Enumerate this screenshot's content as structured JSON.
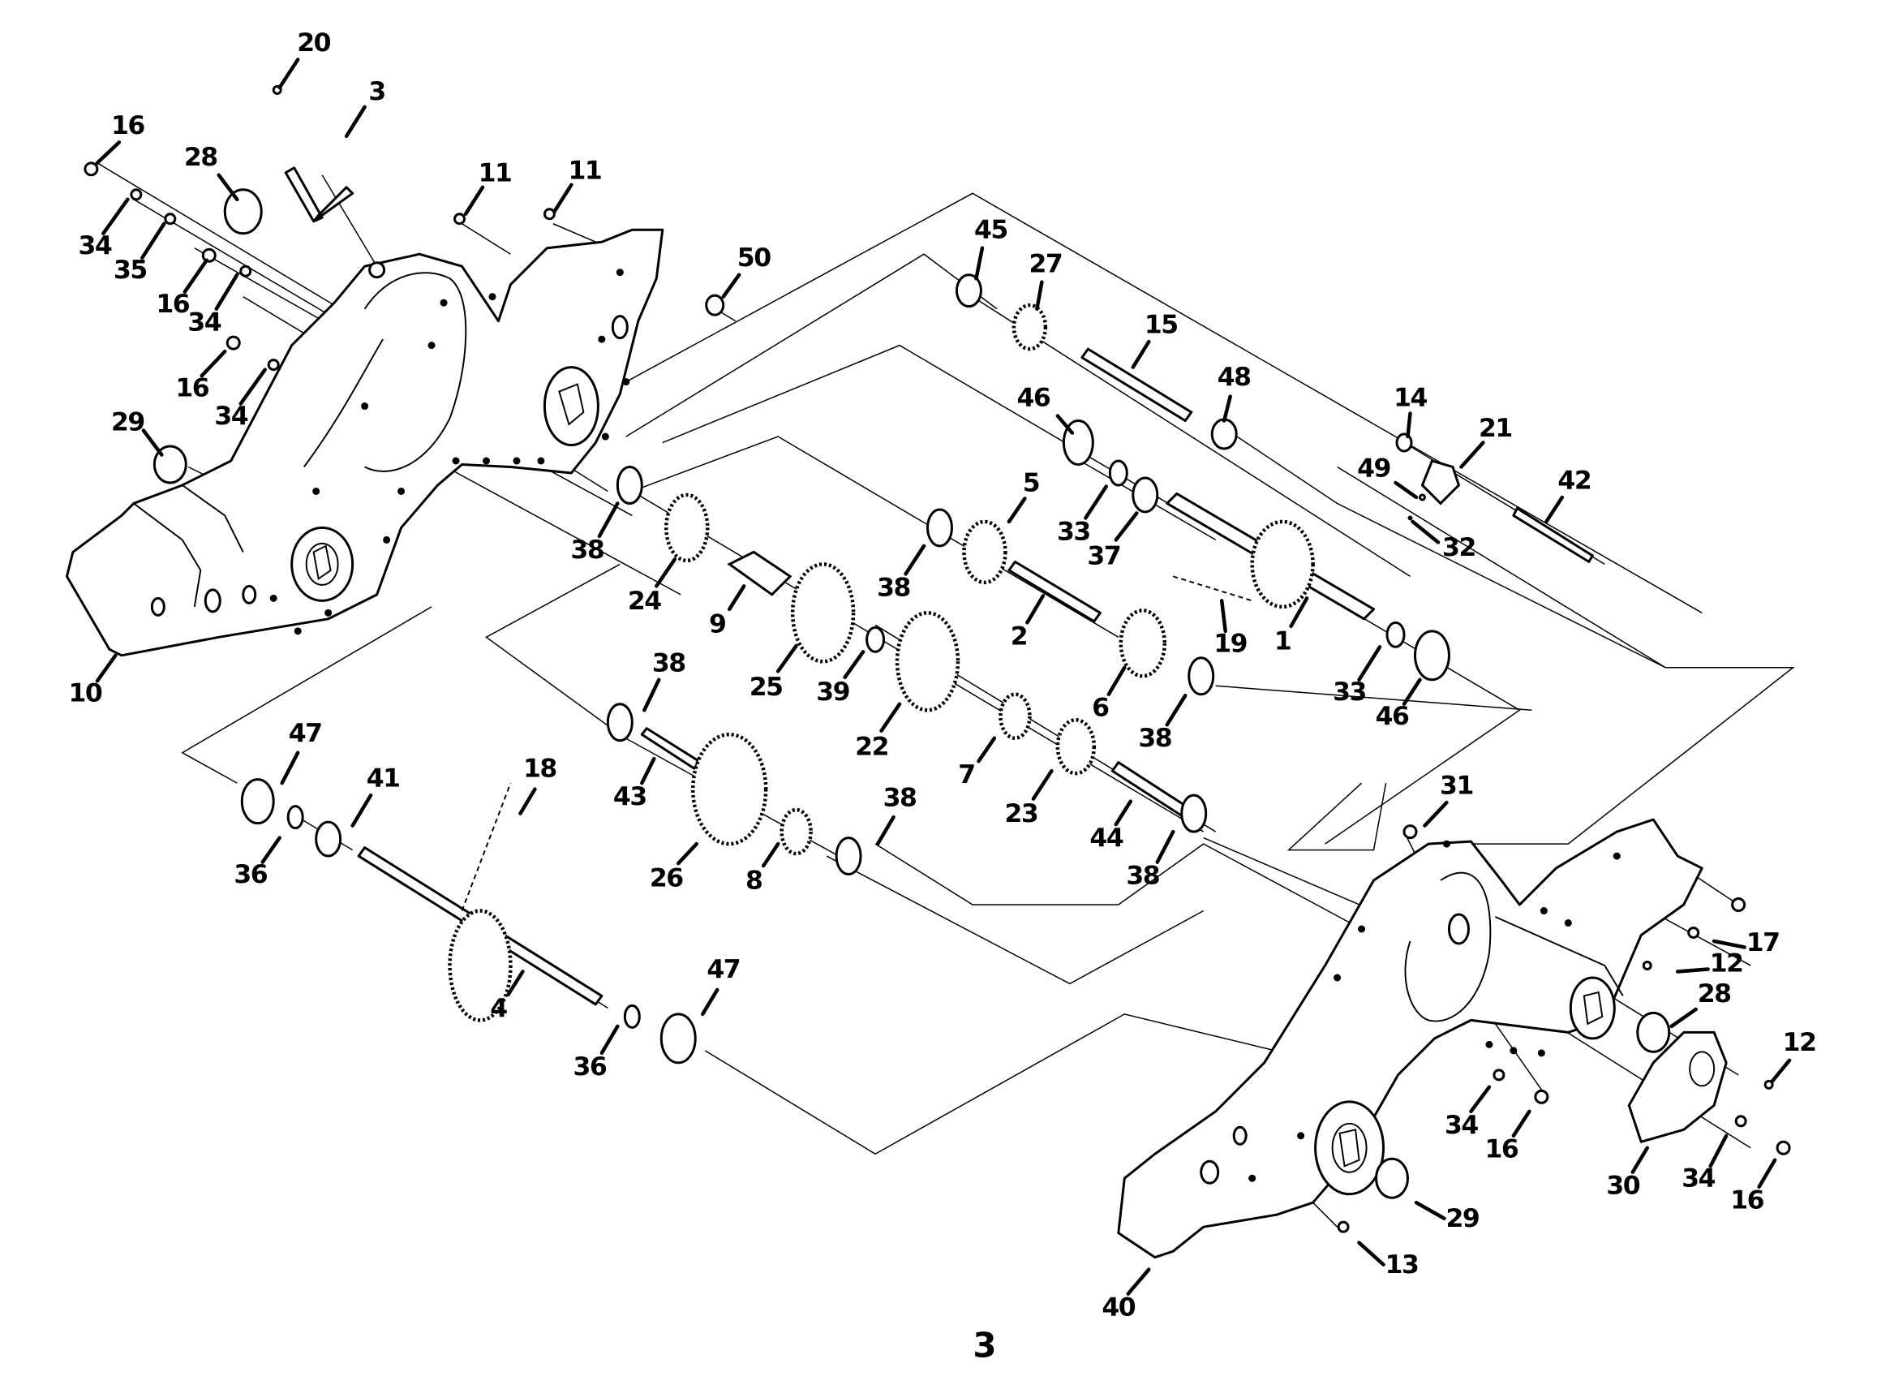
{
  "figure": {
    "number": "3",
    "type": "exploded parts diagram",
    "subject": "tiller transmission / chain case assembly"
  },
  "callouts": [
    {
      "id": "c20",
      "label": "20"
    },
    {
      "id": "c3",
      "label": "3"
    },
    {
      "id": "c16a",
      "label": "16"
    },
    {
      "id": "c28a",
      "label": "28"
    },
    {
      "id": "c34a",
      "label": "34"
    },
    {
      "id": "c35",
      "label": "35"
    },
    {
      "id": "c16b",
      "label": "16"
    },
    {
      "id": "c34b",
      "label": "34"
    },
    {
      "id": "c16c",
      "label": "16"
    },
    {
      "id": "c34c",
      "label": "34"
    },
    {
      "id": "c29a",
      "label": "29"
    },
    {
      "id": "c11a",
      "label": "11"
    },
    {
      "id": "c11b",
      "label": "11"
    },
    {
      "id": "c50",
      "label": "50"
    },
    {
      "id": "c10",
      "label": "10"
    },
    {
      "id": "c45",
      "label": "45"
    },
    {
      "id": "c27",
      "label": "27"
    },
    {
      "id": "c15",
      "label": "15"
    },
    {
      "id": "c48",
      "label": "48"
    },
    {
      "id": "c46a",
      "label": "46"
    },
    {
      "id": "c14",
      "label": "14"
    },
    {
      "id": "c21",
      "label": "21"
    },
    {
      "id": "c49",
      "label": "49"
    },
    {
      "id": "c42",
      "label": "42"
    },
    {
      "id": "c32",
      "label": "32"
    },
    {
      "id": "c33a",
      "label": "33"
    },
    {
      "id": "c37",
      "label": "37"
    },
    {
      "id": "c5",
      "label": "5"
    },
    {
      "id": "c38a",
      "label": "38"
    },
    {
      "id": "c38b",
      "label": "38"
    },
    {
      "id": "c24",
      "label": "24"
    },
    {
      "id": "c9",
      "label": "9"
    },
    {
      "id": "c25",
      "label": "25"
    },
    {
      "id": "c39",
      "label": "39"
    },
    {
      "id": "c2",
      "label": "2"
    },
    {
      "id": "c19",
      "label": "19"
    },
    {
      "id": "c1",
      "label": "1"
    },
    {
      "id": "c33b",
      "label": "33"
    },
    {
      "id": "c46b",
      "label": "46"
    },
    {
      "id": "c6",
      "label": "6"
    },
    {
      "id": "c22",
      "label": "22"
    },
    {
      "id": "c38c",
      "label": "38"
    },
    {
      "id": "c38d",
      "label": "38"
    },
    {
      "id": "c7",
      "label": "7"
    },
    {
      "id": "c23",
      "label": "23"
    },
    {
      "id": "c43",
      "label": "43"
    },
    {
      "id": "c47a",
      "label": "47"
    },
    {
      "id": "c41",
      "label": "41"
    },
    {
      "id": "c18",
      "label": "18"
    },
    {
      "id": "c36a",
      "label": "36"
    },
    {
      "id": "c26",
      "label": "26"
    },
    {
      "id": "c8",
      "label": "8"
    },
    {
      "id": "c38e",
      "label": "38"
    },
    {
      "id": "c44",
      "label": "44"
    },
    {
      "id": "c38f",
      "label": "38"
    },
    {
      "id": "c4",
      "label": "4"
    },
    {
      "id": "c47b",
      "label": "47"
    },
    {
      "id": "c36b",
      "label": "36"
    },
    {
      "id": "c31",
      "label": "31"
    },
    {
      "id": "c17",
      "label": "17"
    },
    {
      "id": "c12a",
      "label": "12"
    },
    {
      "id": "c28b",
      "label": "28"
    },
    {
      "id": "c12b",
      "label": "12"
    },
    {
      "id": "c34d",
      "label": "34"
    },
    {
      "id": "c16d",
      "label": "16"
    },
    {
      "id": "c30",
      "label": "30"
    },
    {
      "id": "c34e",
      "label": "34"
    },
    {
      "id": "c16e",
      "label": "16"
    },
    {
      "id": "c29b",
      "label": "29"
    },
    {
      "id": "c13",
      "label": "13"
    },
    {
      "id": "c40",
      "label": "40"
    }
  ]
}
